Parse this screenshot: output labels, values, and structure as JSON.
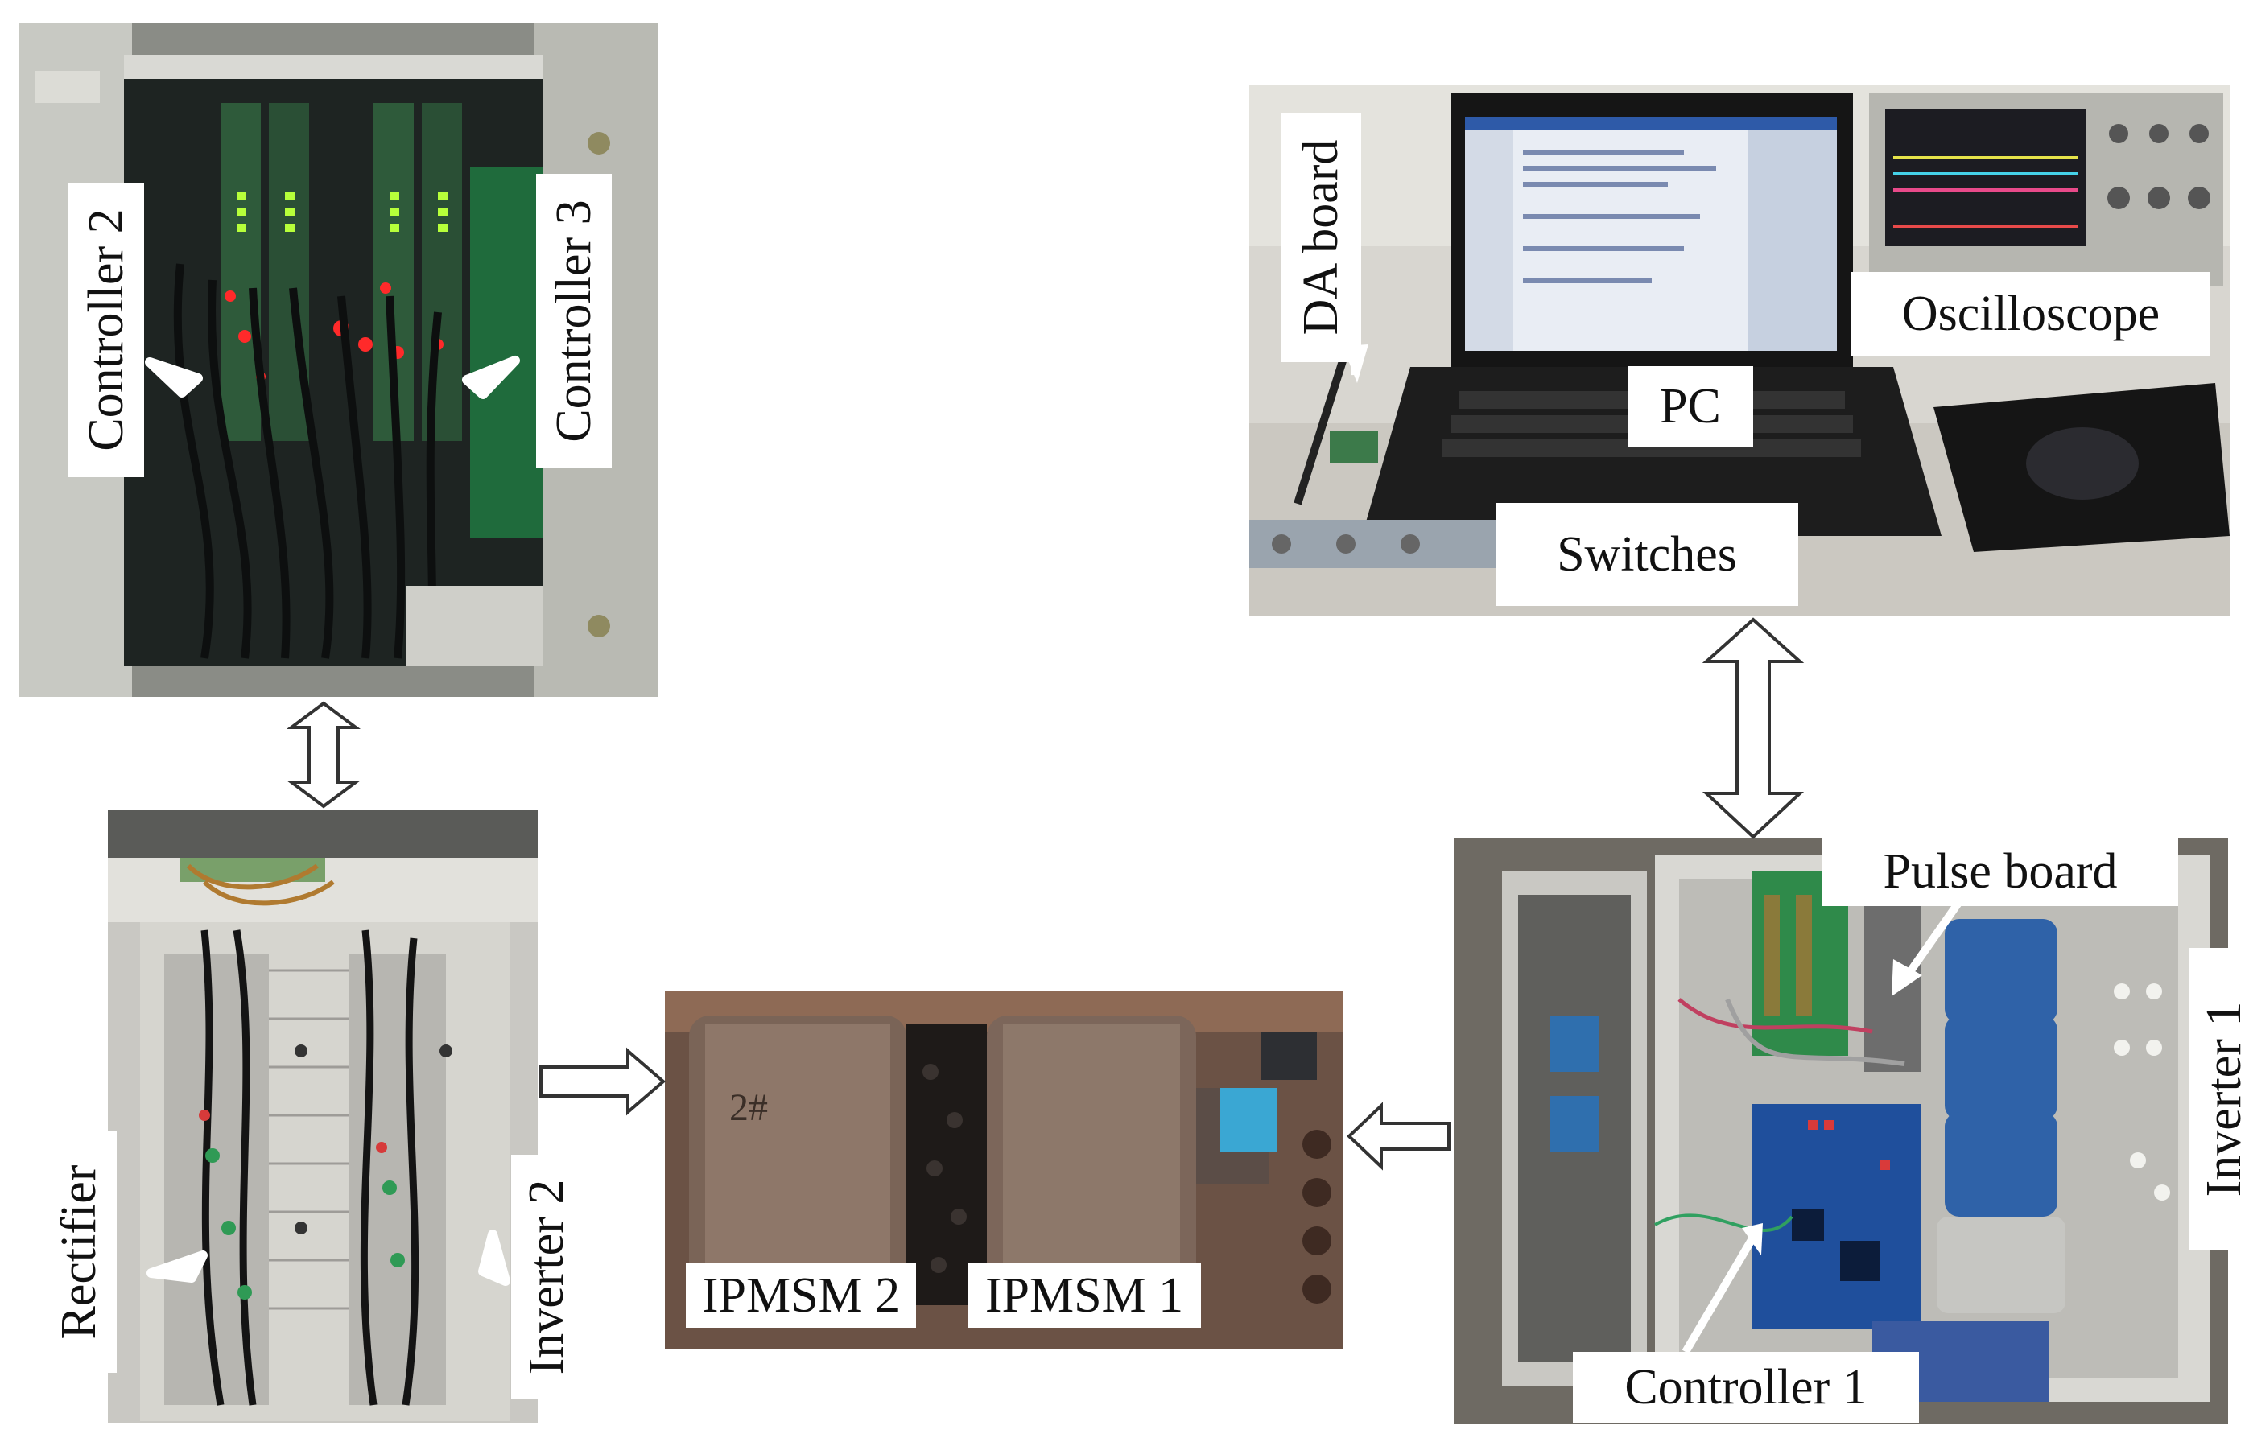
{
  "labels": {
    "controller_2": "Controller 2",
    "controller_3": "Controller 3",
    "da_board": "DA board",
    "oscilloscope": "Oscilloscope",
    "pc": "PC",
    "switches": "Switches",
    "rectifier": "Rectifier",
    "inverter_2": "Inverter 2",
    "ipmsm_2": "IPMSM 2",
    "ipmsm_1": "IPMSM 1",
    "pulse_board": "Pulse board",
    "inverter_1": "Inverter 1",
    "controller_1": "Controller 1"
  },
  "photos": {
    "controller_cabinet": "controller cabinet photo",
    "pc_bench": "PC and oscilloscope bench photo",
    "rectifier_inverter_cabinet": "rectifier and inverter 2 cabinet photo",
    "motor_test_bench": "IPMSM test bench photo",
    "inverter_1_box": "inverter 1 and controller 1 box photo"
  }
}
